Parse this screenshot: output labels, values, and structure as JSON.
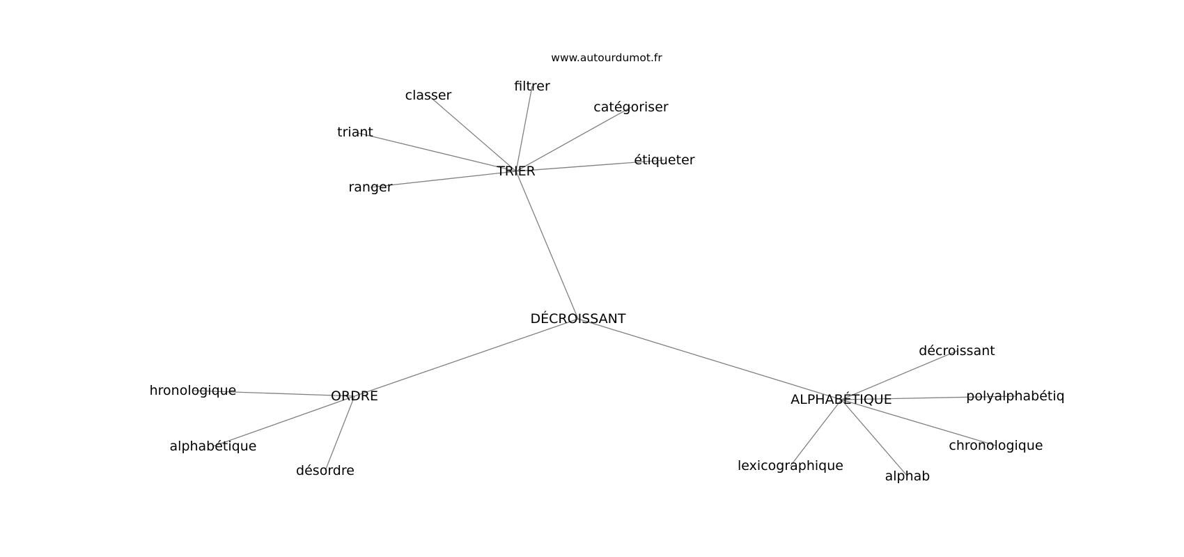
{
  "header": {
    "source_text": "www.autourdumot.fr"
  },
  "graph": {
    "nodes": [
      {
        "id": "decroissant_root",
        "label": "DÉCROISSANT"
      },
      {
        "id": "trier",
        "label": "TRIER"
      },
      {
        "id": "ordre",
        "label": "ORDRE"
      },
      {
        "id": "alphabetique_hub",
        "label": "ALPHABÉTIQUE"
      },
      {
        "id": "classer",
        "label": "classer"
      },
      {
        "id": "filtrer",
        "label": "filtrer"
      },
      {
        "id": "categoriser",
        "label": "catégoriser"
      },
      {
        "id": "triant",
        "label": "triant"
      },
      {
        "id": "etiqueter",
        "label": "étiqueter"
      },
      {
        "id": "ranger",
        "label": "ranger"
      },
      {
        "id": "hronologique",
        "label": "hronologique"
      },
      {
        "id": "alphabetique_leaf",
        "label": "alphabétique"
      },
      {
        "id": "desordre",
        "label": "désordre"
      },
      {
        "id": "decroissant_leaf",
        "label": "décroissant"
      },
      {
        "id": "polyalphabetiq",
        "label": "polyalphabétiq"
      },
      {
        "id": "chronologique",
        "label": "chronologique"
      },
      {
        "id": "lexicographique",
        "label": "lexicographique"
      },
      {
        "id": "alphab",
        "label": "alphab"
      }
    ],
    "edges": [
      {
        "source": "decroissant_root",
        "target": "trier"
      },
      {
        "source": "decroissant_root",
        "target": "ordre"
      },
      {
        "source": "decroissant_root",
        "target": "alphabetique_hub"
      },
      {
        "source": "trier",
        "target": "classer"
      },
      {
        "source": "trier",
        "target": "filtrer"
      },
      {
        "source": "trier",
        "target": "categoriser"
      },
      {
        "source": "trier",
        "target": "triant"
      },
      {
        "source": "trier",
        "target": "etiqueter"
      },
      {
        "source": "trier",
        "target": "ranger"
      },
      {
        "source": "ordre",
        "target": "hronologique"
      },
      {
        "source": "ordre",
        "target": "alphabetique_leaf"
      },
      {
        "source": "ordre",
        "target": "desordre"
      },
      {
        "source": "alphabetique_hub",
        "target": "decroissant_leaf"
      },
      {
        "source": "alphabetique_hub",
        "target": "polyalphabetiq"
      },
      {
        "source": "alphabetique_hub",
        "target": "chronologique"
      },
      {
        "source": "alphabetique_hub",
        "target": "lexicographique"
      },
      {
        "source": "alphabetique_hub",
        "target": "alphab"
      }
    ]
  }
}
